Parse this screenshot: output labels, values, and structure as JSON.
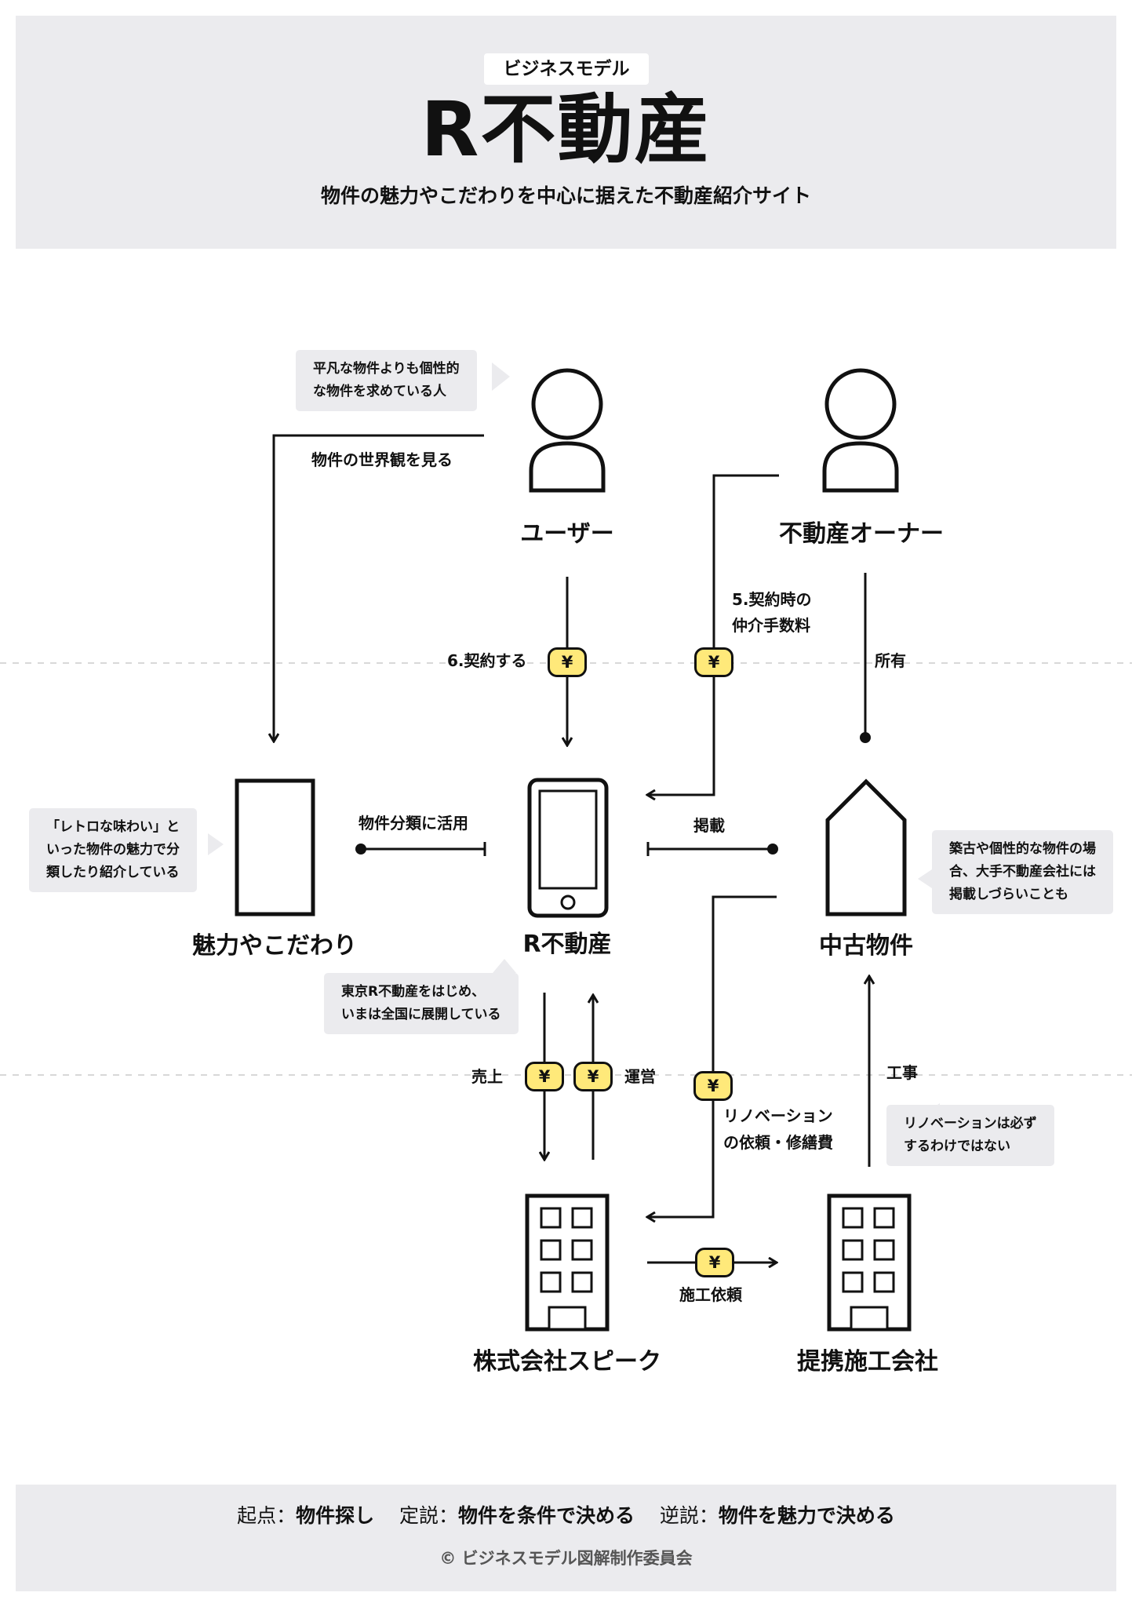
{
  "header": {
    "badge": "ビジネスモデル",
    "title": "R不動産",
    "subtitle": "物件の魅力やこだわりを中心に据えた不動産紹介サイト"
  },
  "nodes": {
    "user": "ユーザー",
    "owner": "不動産オーナー",
    "charm": "魅力やこだわり",
    "app": "R不動産",
    "property": "中古物件",
    "speak": "株式会社スピーク",
    "partner": "提携施工会社"
  },
  "edges": {
    "view_world": "物件の世界観を見る",
    "contract": "6.契約する",
    "fee_line1": "5.契約時の",
    "fee_line2": "仲介手数料",
    "own": "所有",
    "classify": "物件分類に活用",
    "listing": "掲載",
    "sales": "売上",
    "operation": "運営",
    "renov_line1": "リノベーション",
    "renov_line2": "の依頼・修繕費",
    "construction": "工事",
    "order": "施工依頼",
    "yen": "¥"
  },
  "notes": {
    "user_line1": "平凡な物件よりも個性的",
    "user_line2": "な物件を求めている人",
    "charm_line1": "「レトロな味わい」と",
    "charm_line2": "いった物件の魅力で分",
    "charm_line3": "類したり紹介している",
    "app_line1": "東京R不動産をはじめ、",
    "app_line2": "いまは全国に展開している",
    "property_line1": "築古や個性的な物件の場",
    "property_line2": "合、大手不動産会社には",
    "property_line3": "掲載しづらいことも",
    "renov_line1": "リノベーションは必ず",
    "renov_line2": "するわけではない"
  },
  "footer": {
    "origin_label": "起点：",
    "origin_value": "物件探し",
    "thesis_label": "定説：",
    "thesis_value": "物件を条件で決める",
    "antithesis_label": "逆説：",
    "antithesis_value": "物件を魅力で決める",
    "copyright": "© ビジネスモデル図解制作委員会"
  }
}
